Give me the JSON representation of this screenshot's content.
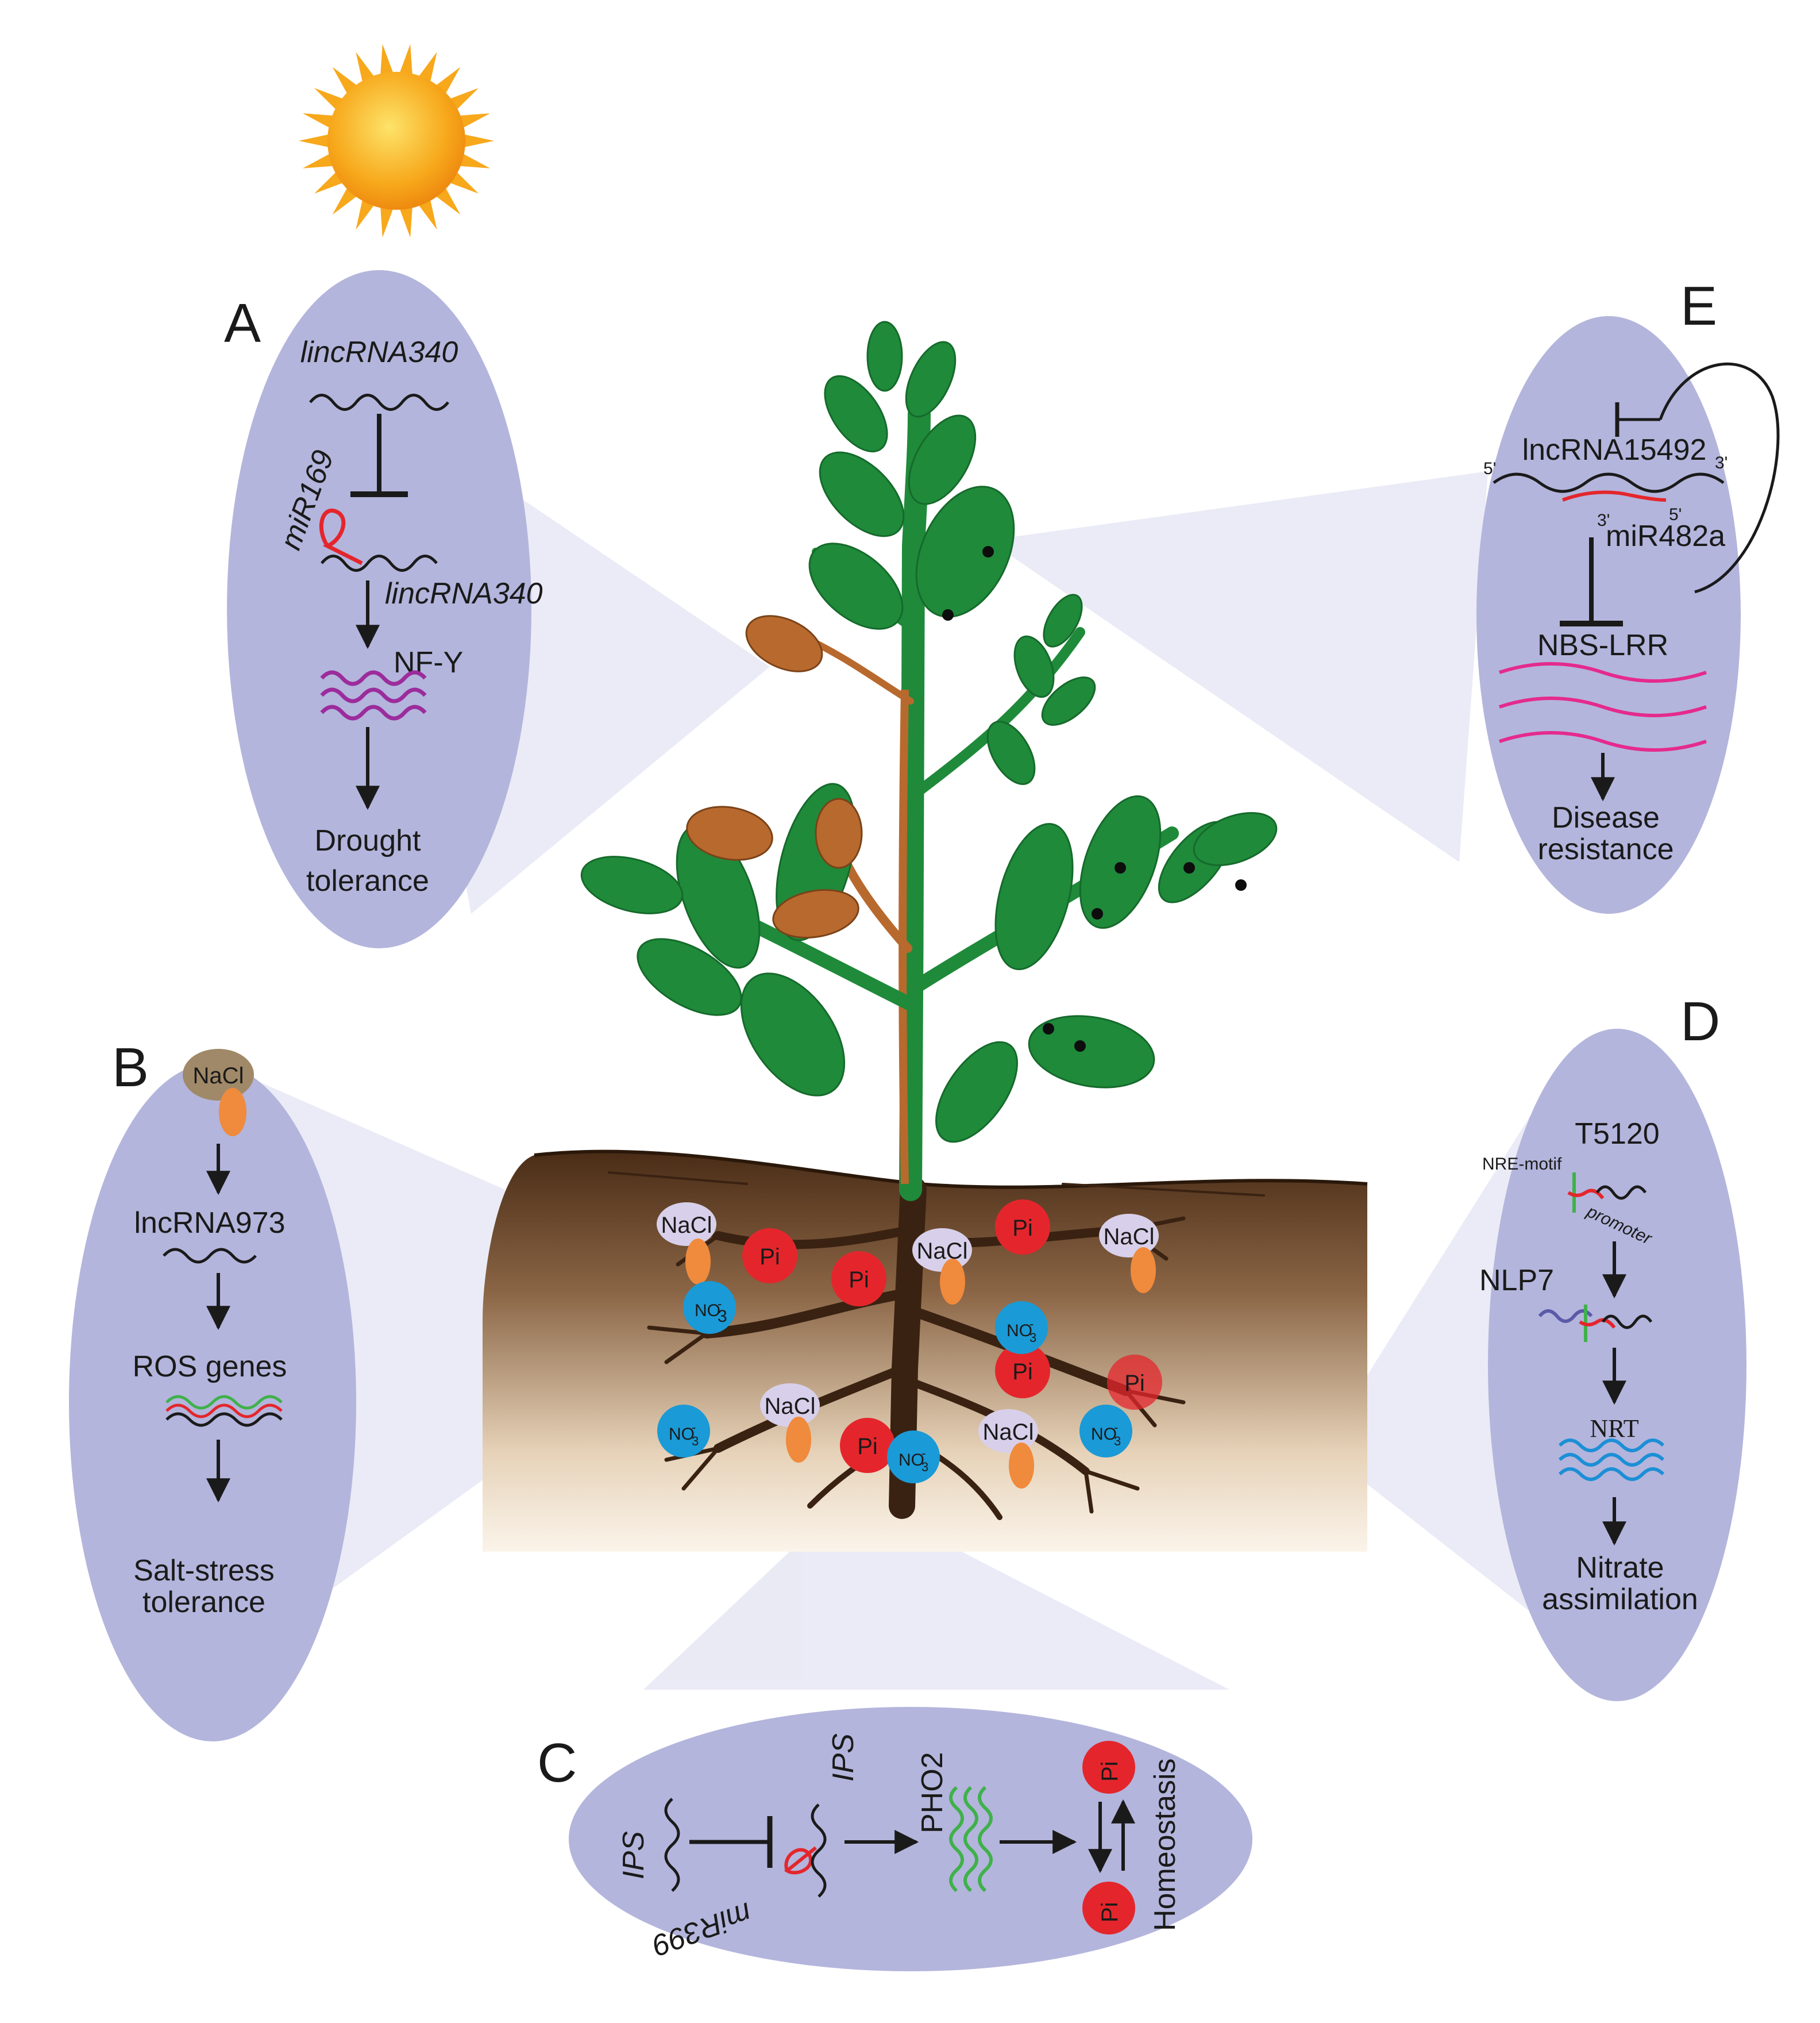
{
  "panels": {
    "A": {
      "letter": "A",
      "lincRNA_top": "lincRNA340",
      "mirna": "miR169",
      "lincRNA_bottom": "lincRNA340",
      "target": "NF-Y",
      "outcome_line1": "Drought",
      "outcome_line2": "tolerance"
    },
    "B": {
      "letter": "B",
      "stress": "NaCl",
      "lncrna": "lncRNA973",
      "genes": "ROS genes",
      "outcome_line1": "Salt-stress",
      "outcome_line2": "tolerance"
    },
    "C": {
      "letter": "C",
      "ips_left": "IPS",
      "ips_right": "IPS",
      "mirna": "miR399",
      "target": "PHO2",
      "ion": "Pi",
      "outcome": "Homeostasis"
    },
    "D": {
      "letter": "D",
      "gene": "T5120",
      "motif": "NRE-motif",
      "promoter": "promoter",
      "tf": "NLP7",
      "target": "NRT",
      "outcome_line1": "Nitrate",
      "outcome_line2": "assimilation"
    },
    "E": {
      "letter": "E",
      "lncrna": "lncRNA15492",
      "five_prime": "5'",
      "three_prime": "3'",
      "mir_three": "3'",
      "mir_five": "5'",
      "mirna": "miR482a",
      "target": "NBS-LRR",
      "outcome_line1": "Disease",
      "outcome_line2": "resistance"
    }
  },
  "soil_ions": {
    "nacl": "NaCl",
    "pi": "Pi",
    "no3": "NO",
    "no3_sub": "3",
    "no3_sup": "-"
  },
  "colors": {
    "panel_fill": "#b3b5dc",
    "leaf_green": "#1f8a3a",
    "leaf_brown": "#b8692e",
    "soil_dark": "#4a2c16",
    "root": "#3a2212",
    "pi_red": "#e4262c",
    "no3_blue": "#1a9ad6",
    "nacl_lavender": "#d8d0ea",
    "nacl_orange": "#f08a3c",
    "mirna_red": "#e4262c",
    "nfy_purple": "#9c2c9c",
    "nbs_pink": "#e52a8d",
    "pho2_green": "#3fb14a",
    "nrt_blue": "#1c8fd6",
    "nlp7_purple": "#5a5aa8",
    "sun": "#f7a81b"
  }
}
